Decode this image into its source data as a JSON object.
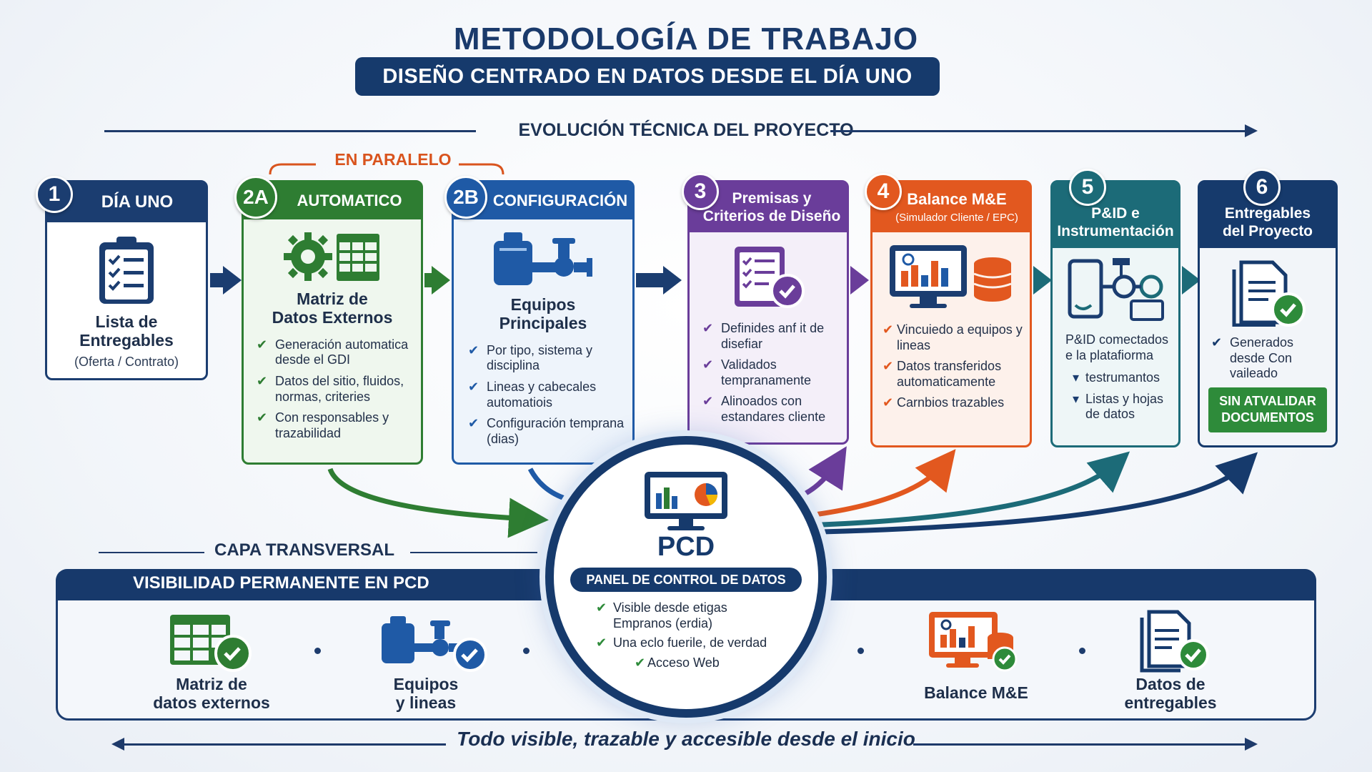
{
  "header": {
    "title": "METODOLOGÍA DE TRABAJO",
    "subtitle": "DISEÑO CENTRADO EN DATOS DESDE EL DÍA UNO"
  },
  "evolution_label": "EVOLUCIÓN TÉCNICA DEL PROYECTO",
  "parallel_label": "EN PARALELO",
  "steps": [
    {
      "badge": "1",
      "title": "DÍA UNO",
      "name": "Lista de\nEntregables",
      "sub": "(Oferta / Contrato)",
      "items": [],
      "color": "#1b3d70"
    },
    {
      "badge": "2A",
      "title": "AUTOMATICO",
      "name": "Matriz de\nDatos Externos",
      "items": [
        "Generación automatica desde el GDI",
        "Datos del sitio, fluidos, normas, criteries",
        "Con responsables y trazabilidad"
      ],
      "color": "#2e7d32"
    },
    {
      "badge": "2B",
      "title": "CONFIGURACIÓN",
      "name": "Equipos\nPrincipales",
      "items": [
        "Por tipo, sistema y disciplina",
        "Lineas y cabecales automatiois",
        "Configuración temprana (dias)"
      ],
      "color": "#1f5aa6"
    },
    {
      "badge": "3",
      "title": "Premisas y\nCriterios de Diseño",
      "items": [
        "Definides anf it de disefiar",
        "Validados tempranamente",
        "Alinoados con estandares cliente"
      ],
      "color": "#6a3d9a"
    },
    {
      "badge": "4",
      "title": "Balance M&E",
      "title_sub": "(Simulador Cliente / EPC)",
      "items": [
        "Vincuiedo a equipos y lineas",
        "Datos transferidos automaticamente",
        "Carnbios trazables"
      ],
      "color": "#e2581f"
    },
    {
      "badge": "5",
      "title": "P&ID e\nInstrumentación",
      "lead": "P&ID comectados e la platafiorma",
      "items": [
        "testrumantos",
        "Listas y hojas de datos"
      ],
      "color": "#1c6b78"
    },
    {
      "badge": "6",
      "title": "Entregables\ndel Proyecto",
      "items": [
        "Generados desde Con vaileado"
      ],
      "button": "SIN ATVALIDAR DOCUMENTOS",
      "color": "#163a6c"
    }
  ],
  "transversal": {
    "label": "CAPA TRANSVERSAL",
    "band_title": "VISIBILIDAD PERMANENTE EN PCD",
    "items": [
      {
        "label": "Matriz de\ndatos externos",
        "icon": "spreadsheet-check-icon"
      },
      {
        "label": "Equipos\ny lineas",
        "icon": "equipment-check-icon"
      },
      {
        "label": "Balance M&E",
        "icon": "balance-monitor-icon"
      },
      {
        "label": "Datos de\nentregables",
        "icon": "document-check-icon"
      }
    ]
  },
  "pcd": {
    "title": "PCD",
    "pill": "PANEL DE CONTROL DE DATOS",
    "items": [
      "Visible desde etigas Empranos (erdia)",
      "Una eclo fuerile, de verdad",
      "Acceso Web"
    ]
  },
  "footer": "Todo visible, trazable y accesible desde el inicio"
}
